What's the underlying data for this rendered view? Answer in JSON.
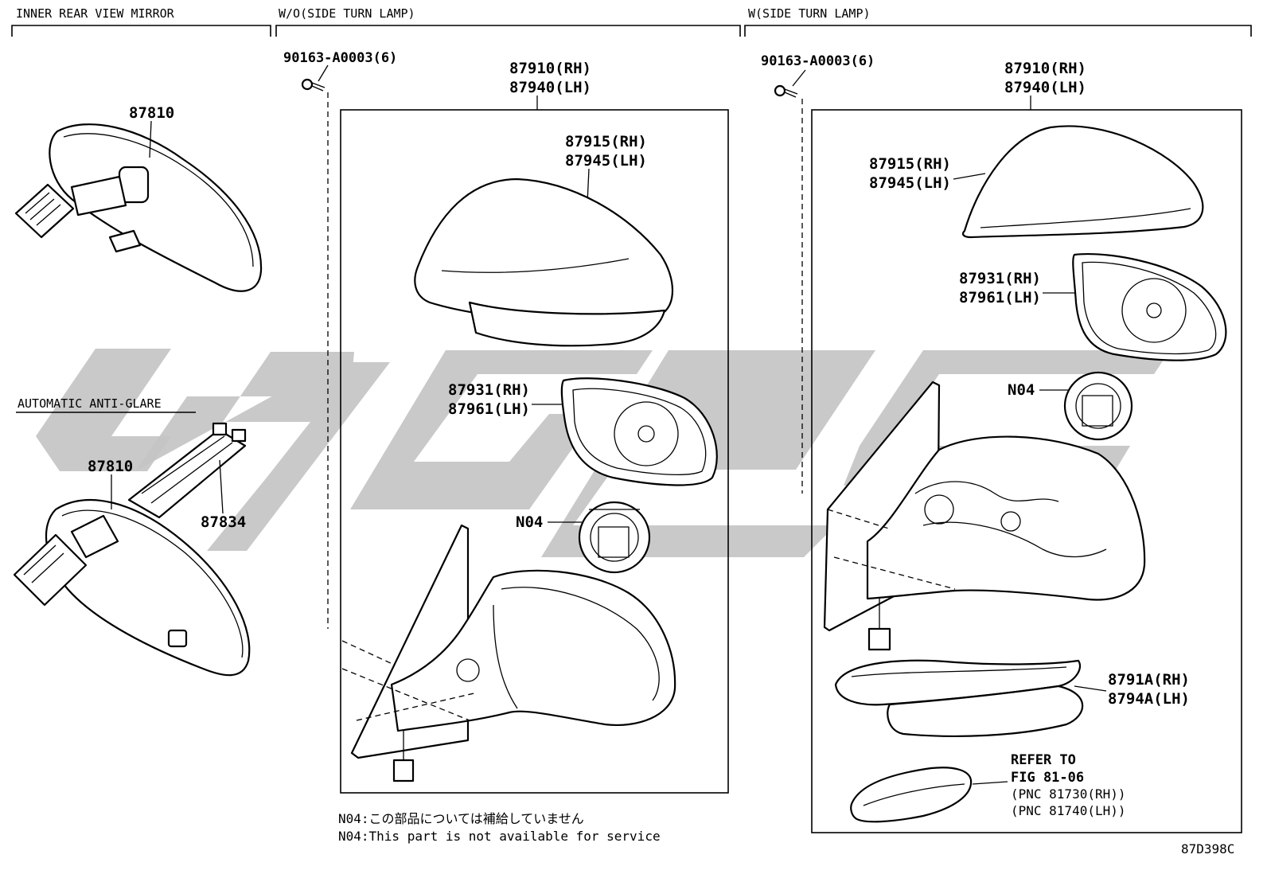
{
  "sections": {
    "inner_mirror": "INNER REAR VIEW MIRROR",
    "wo_side_lamp": "W/O(SIDE TURN LAMP)",
    "w_side_lamp": "W(SIDE TURN LAMP)",
    "auto_antiglare": "AUTOMATIC ANTI-GLARE"
  },
  "labels": {
    "inner_mirror_pn": "87810",
    "antiglare_mirror_pn": "87810",
    "antiglare_cover_pn": "87834",
    "wo": {
      "screw": "90163-A0003(6)",
      "assy_rh": "87910(RH)",
      "assy_lh": "87940(LH)",
      "cover_rh": "87915(RH)",
      "cover_lh": "87945(LH)",
      "glass_rh": "87931(RH)",
      "glass_lh": "87961(LH)",
      "motor": "N04"
    },
    "w": {
      "screw": "90163-A0003(6)",
      "assy_rh": "87910(RH)",
      "assy_lh": "87940(LH)",
      "cover_rh": "87915(RH)",
      "cover_lh": "87945(LH)",
      "glass_rh": "87931(RH)",
      "glass_lh": "87961(LH)",
      "motor": "N04",
      "lamp_rh": "8791A(RH)",
      "lamp_lh": "8794A(LH)",
      "refer1": "REFER TO",
      "refer2": "FIG 81-06",
      "refer3": "(PNC 81730(RH))",
      "refer4": "(PNC 81740(LH))"
    }
  },
  "notes": {
    "jp": "N04:この部品については補給していません",
    "en": "N04:This part is not available for service"
  },
  "figure_code": "87D398C"
}
